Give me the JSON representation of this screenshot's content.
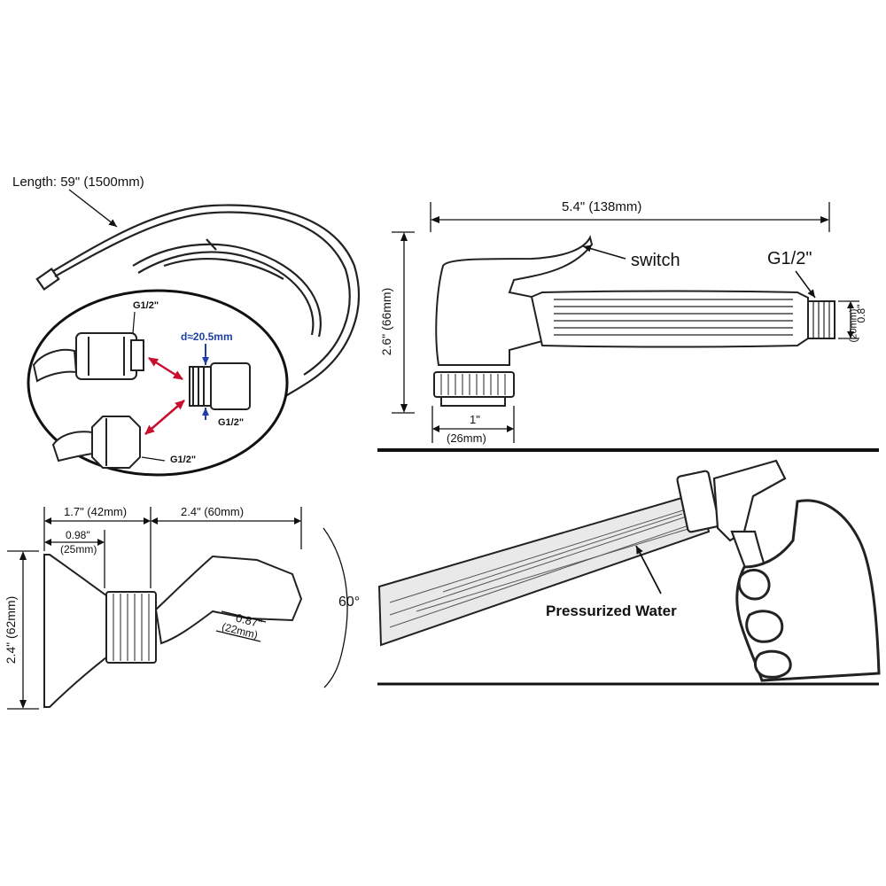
{
  "hose": {
    "length_label": "Length: 59\" (1500mm)",
    "callout": {
      "fitting_top": "G1/2\"",
      "diameter": "d≈20.5mm",
      "adapter": "G1/2\"",
      "fitting_bottom": "G1/2\""
    }
  },
  "sprayer": {
    "width_label": "5.4\" (138mm)",
    "height_label": "2.6\" (66mm)",
    "switch_label": "switch",
    "thread_label": "G1/2\"",
    "thread_dia_in": "0.8\"",
    "thread_dia_mm": "(20mm)",
    "base_in": "1\"",
    "base_mm": "(26mm)"
  },
  "holder": {
    "dim_a": "1.7\" (42mm)",
    "dim_b": "2.4\" (60mm)",
    "dim_c_in": "0.98\"",
    "dim_c_mm": "(25mm)",
    "height_label": "2.4\" (62mm)",
    "angle_label": "60°",
    "dim_d_in": "0.87\"",
    "dim_d_mm": "(22mm)"
  },
  "usage": {
    "water_label": "Pressurized Water"
  },
  "colors": {
    "ink": "#111111",
    "arrow_red": "#c8102e",
    "blue_text": "#1f3fa8"
  }
}
